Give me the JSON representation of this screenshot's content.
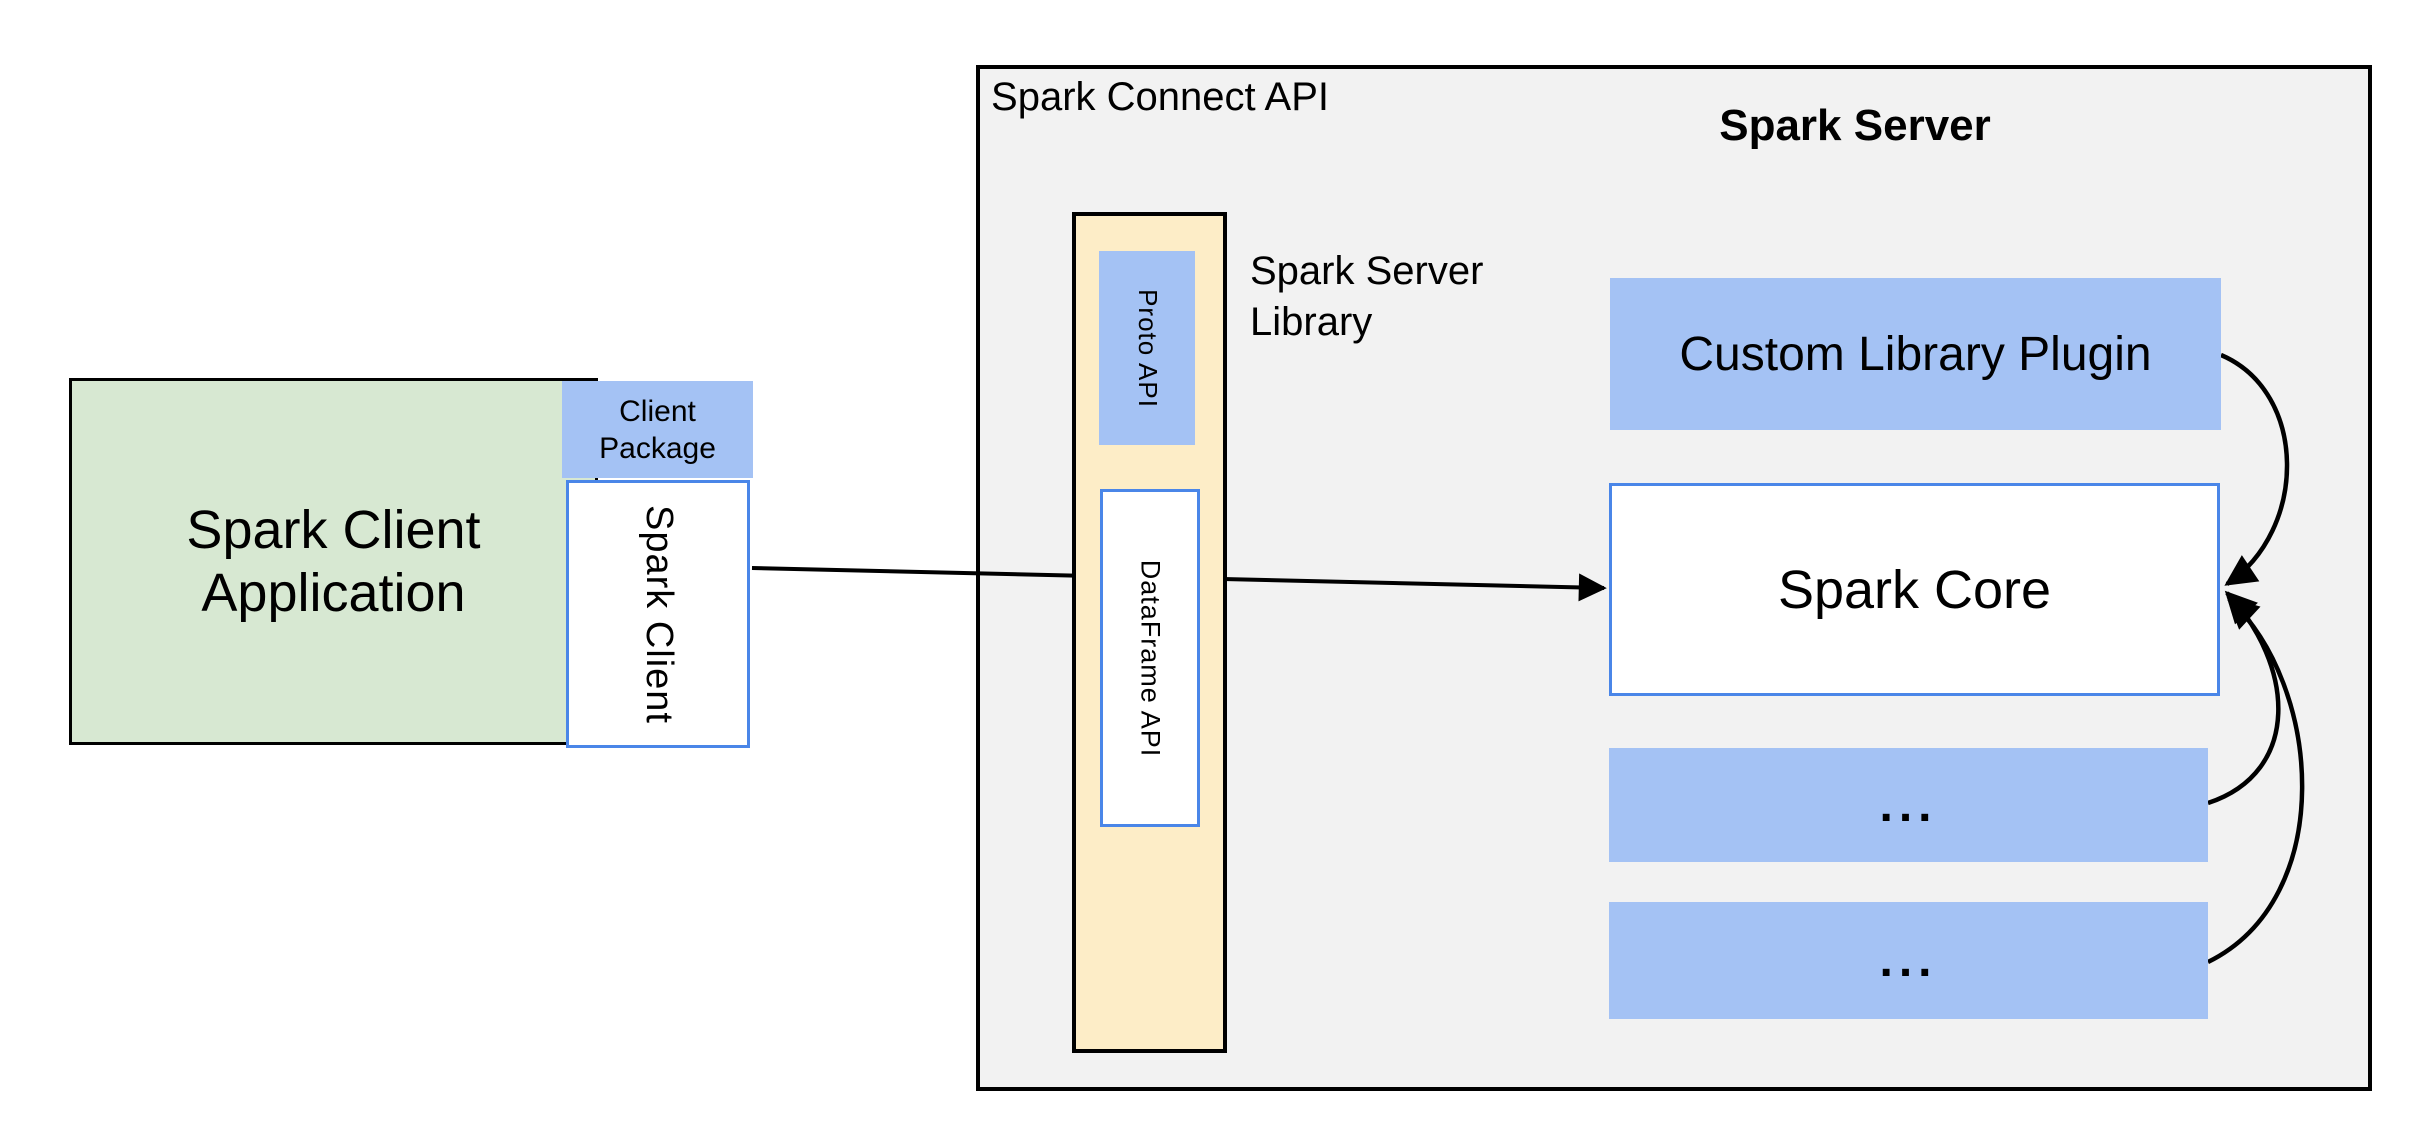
{
  "diagram": {
    "client_application": {
      "label": "Spark Client Application"
    },
    "client_package": {
      "label": "Client Package"
    },
    "spark_client": {
      "label": "Spark Client"
    },
    "spark_connect_api": {
      "label": "Spark Connect API"
    },
    "spark_server_library": {
      "label": "Spark Server Library"
    },
    "proto_api": {
      "label": "Proto API"
    },
    "dataframe_api": {
      "label": "DataFrame API"
    },
    "spark_server": {
      "label": "Spark Server"
    },
    "custom_library_plugin": {
      "label": "Custom Library Plugin"
    },
    "spark_core": {
      "label": "Spark Core"
    },
    "plugin_placeholders": [
      {
        "label": "..."
      },
      {
        "label": "..."
      }
    ]
  },
  "colors": {
    "background": "#ffffff",
    "container_fill": "#f2f2f2",
    "container_border": "#000000",
    "green_fill": "#d7e8d2",
    "blue_fill": "#a4c2f4",
    "blue_border": "#4a86e8",
    "yellow_fill": "#fdedc7",
    "arrow": "#000000",
    "text": "#000000"
  }
}
